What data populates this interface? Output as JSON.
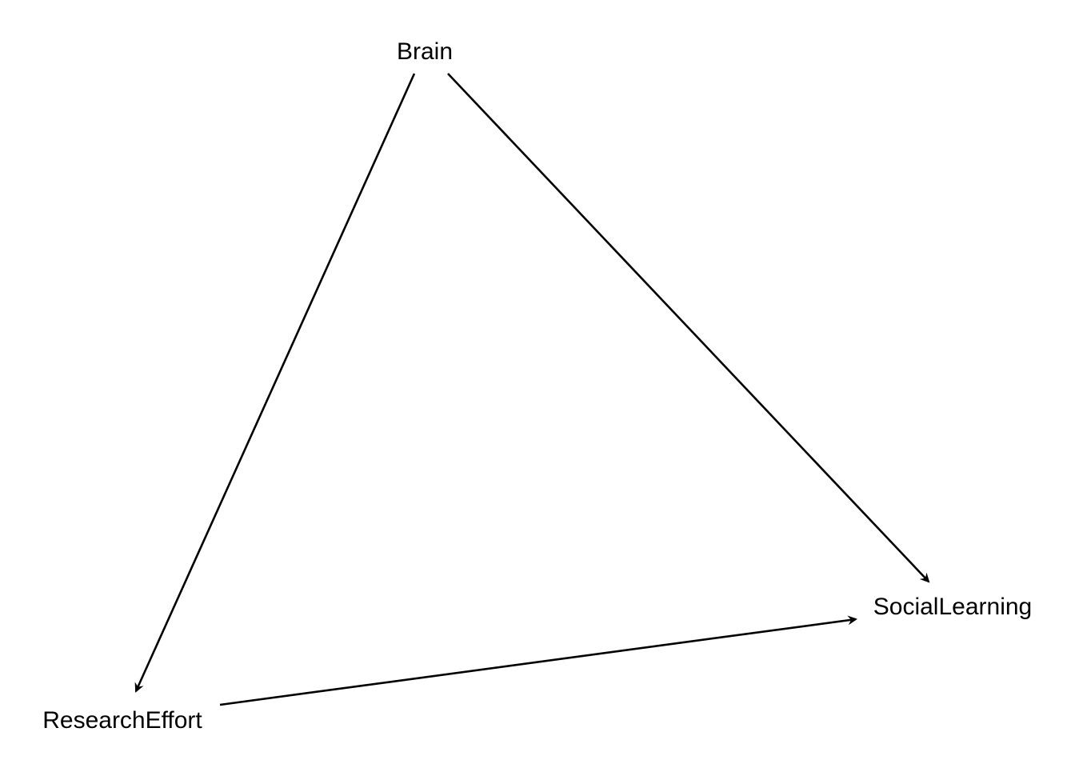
{
  "diagram": {
    "nodes": [
      {
        "id": "brain",
        "label": "Brain"
      },
      {
        "id": "research_effort",
        "label": "ResearchEffort"
      },
      {
        "id": "social_learning",
        "label": "SocialLearning"
      }
    ],
    "edges": [
      {
        "from": "Brain",
        "to": "ResearchEffort"
      },
      {
        "from": "Brain",
        "to": "SocialLearning"
      },
      {
        "from": "ResearchEffort",
        "to": "SocialLearning"
      }
    ],
    "colors": {
      "line": "#000000",
      "background": "#ffffff"
    }
  }
}
